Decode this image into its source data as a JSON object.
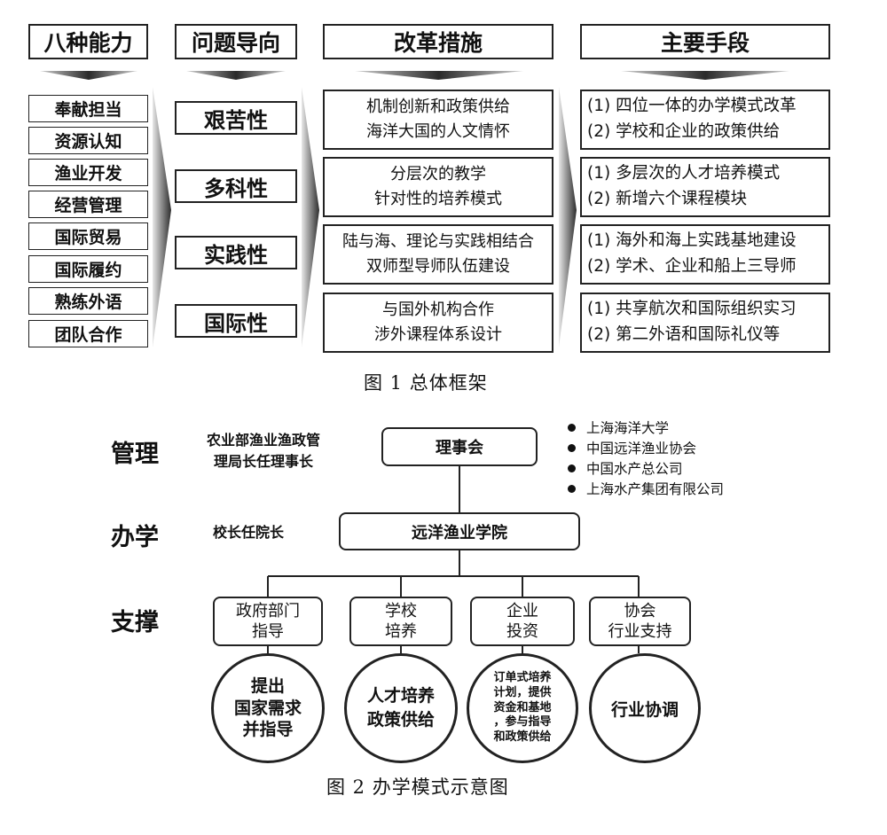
{
  "figure1": {
    "headers": [
      "八种能力",
      "问题导向",
      "改革措施",
      "主要手段"
    ],
    "abilities": [
      "奉献担当",
      "资源认知",
      "渔业开发",
      "经营管理",
      "国际贸易",
      "国际履约",
      "熟练外语",
      "团队合作"
    ],
    "problems": [
      "艰苦性",
      "多科性",
      "实践性",
      "国际性"
    ],
    "reforms": [
      [
        "机制创新和政策供给",
        "海洋大国的人文情怀"
      ],
      [
        "分层次的教学",
        "针对性的培养模式"
      ],
      [
        "陆与海、理论与实践相结合",
        "双师型导师队伍建设"
      ],
      [
        "与国外机构合作",
        "涉外课程体系设计"
      ]
    ],
    "means": [
      [
        "(1) 四位一体的办学模式改革",
        "(2) 学校和企业的政策供给"
      ],
      [
        "(1) 多层次的人才培养模式",
        "(2) 新增六个课程模块"
      ],
      [
        "(1) 海外和海上实践基地建设",
        "(2) 学术、企业和船上三导师"
      ],
      [
        "(1) 共享航次和国际组织实习",
        "(2) 第二外语和国际礼仪等"
      ]
    ],
    "caption": "图 1 总体框架"
  },
  "figure2": {
    "row_labels": [
      "管理",
      "办学",
      "支撑"
    ],
    "mgmt_note": [
      "农业部渔业渔政管",
      "理局长任理事长"
    ],
    "school_note": "校长任院长",
    "board": "理事会",
    "college": "远洋渔业学院",
    "members": [
      "上海海洋大学",
      "中国远洋渔业协会",
      "中国水产总公司",
      "上海水产集团有限公司"
    ],
    "supports": [
      [
        "政府部门",
        "指导"
      ],
      [
        "学校",
        "培养"
      ],
      [
        "企业",
        "投资"
      ],
      [
        "协会",
        "行业支持"
      ]
    ],
    "circles": [
      [
        "提出",
        "国家需求",
        "并指导"
      ],
      [
        "人才培养",
        "政策供给"
      ],
      [
        "订单式培养",
        "计划，提供",
        "资金和基地",
        "，参与指导",
        "和政策供给"
      ],
      [
        "行业协调"
      ]
    ],
    "caption": "图 2 办学模式示意图"
  }
}
